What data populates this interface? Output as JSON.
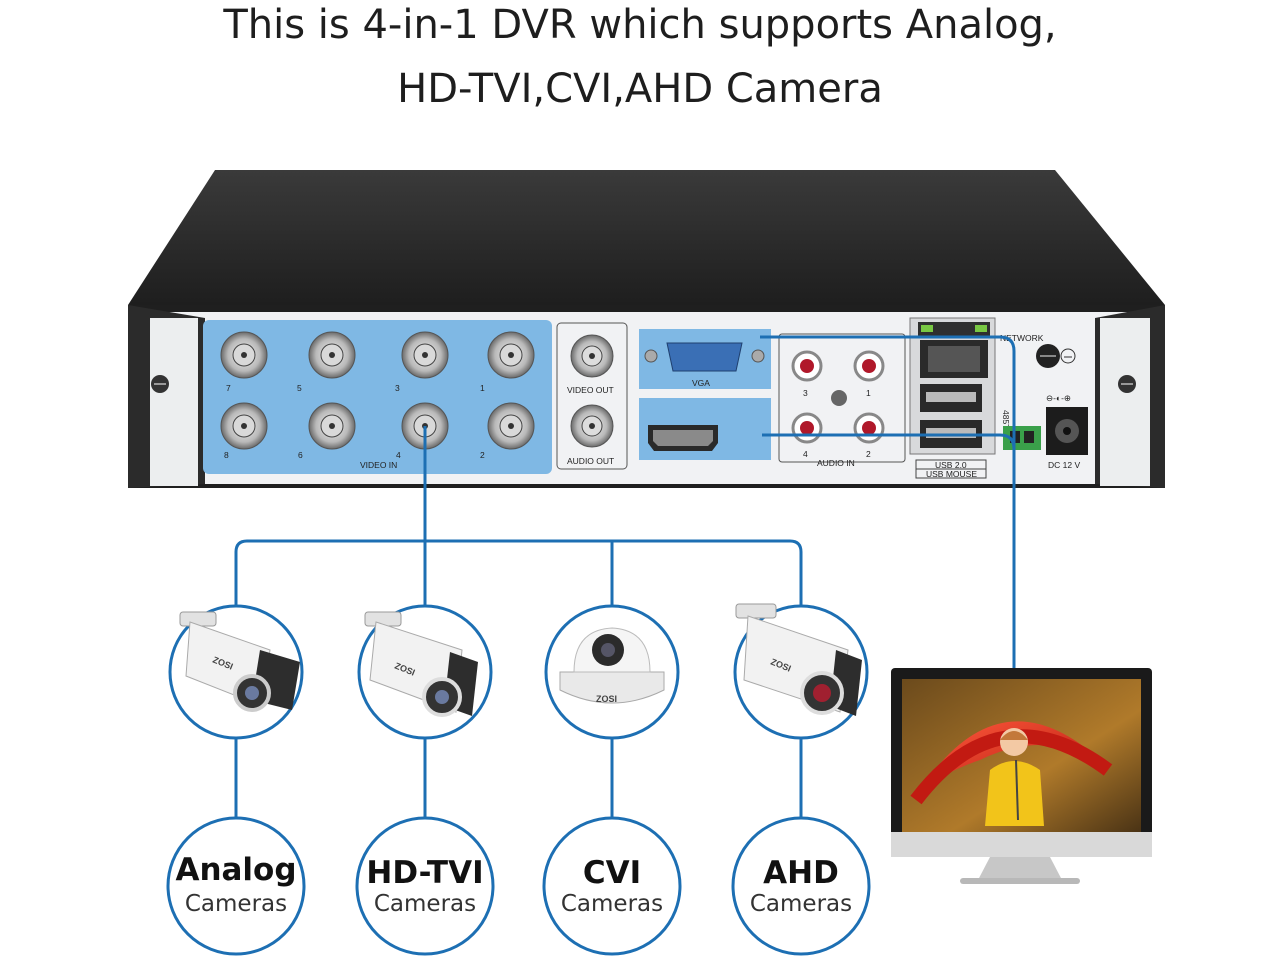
{
  "headline": {
    "line1": "This is 4-in-1 DVR which supports Analog,",
    "line2": "HD-TVI,CVI,AHD Camera"
  },
  "dvr": {
    "video_in_label": "VIDEO IN",
    "channel_numbers_top": [
      "7",
      "5",
      "3",
      "1"
    ],
    "channel_numbers_bottom": [
      "8",
      "6",
      "4",
      "2"
    ],
    "video_out_label": "VIDEO OUT",
    "audio_out_label": "AUDIO OUT",
    "vga_label": "VGA",
    "audio_in_label": "AUDIO IN",
    "audio_in_numbers": [
      "3",
      "1",
      "4",
      "2"
    ],
    "network_label": "NETWORK",
    "usb_label": "USB 2.0",
    "usb_mouse_label": "USB MOUSE",
    "rs485_label": "485T-",
    "dc_label": "DC 12 V",
    "polarity_label": "⊖-◐-⊕"
  },
  "cameras": [
    {
      "type": "Analog",
      "caption": "Cameras",
      "brand": "ZOSI",
      "icon": "bullet-camera-icon"
    },
    {
      "type": "HD-TVI",
      "caption": "Cameras",
      "brand": "ZOSI",
      "icon": "bullet-camera-icon"
    },
    {
      "type": "CVI",
      "caption": "Cameras",
      "brand": "ZOSI",
      "icon": "dome-camera-icon"
    },
    {
      "type": "AHD",
      "caption": "Cameras",
      "brand": "ZOSI",
      "icon": "bullet-camera-icon"
    }
  ],
  "colors": {
    "connector_blue": "#1d6fb3",
    "port_highlight": "#7fb8e4",
    "chassis": "#2b2b2b",
    "panel": "#f1f2f4"
  }
}
